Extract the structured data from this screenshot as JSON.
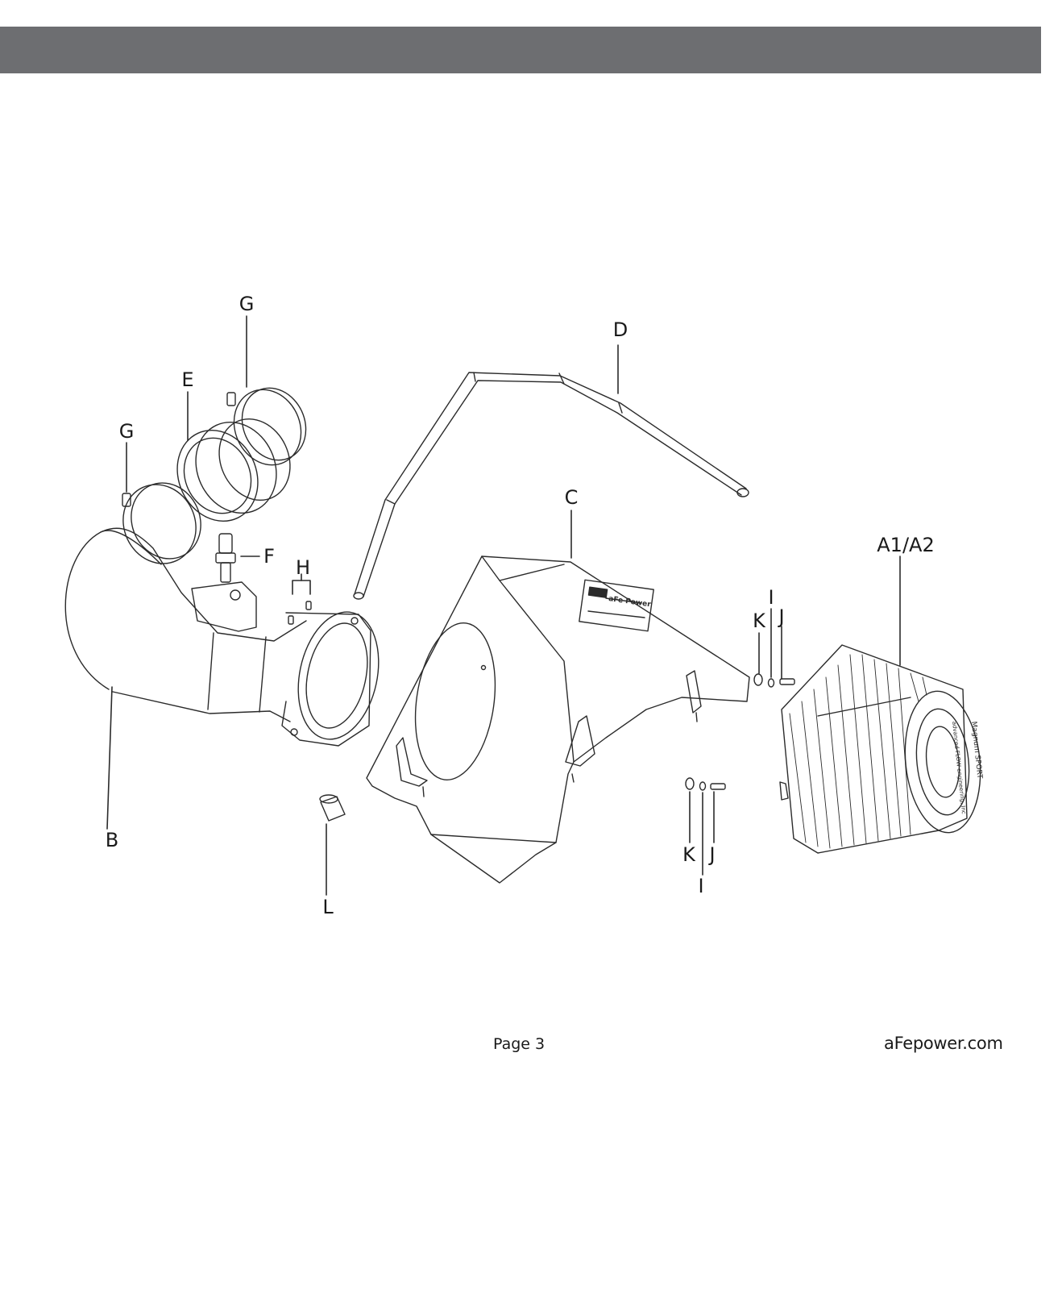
{
  "header": {
    "bar_color": "#6d6e71"
  },
  "diagram": {
    "callouts": {
      "a": "A1/A2",
      "b": "B",
      "c": "C",
      "d": "D",
      "e": "E",
      "f": "F",
      "g": "G",
      "h": "H",
      "i": "I",
      "j": "J",
      "k": "K",
      "l": "L"
    },
    "filter_labels": {
      "brand": "Magnum SPORT",
      "maker": "advanced FLOW engineering, Inc"
    },
    "box_plate": {
      "brand": "aFe Power"
    }
  },
  "footer": {
    "page": "Page 3",
    "site": "aFepower.com"
  }
}
